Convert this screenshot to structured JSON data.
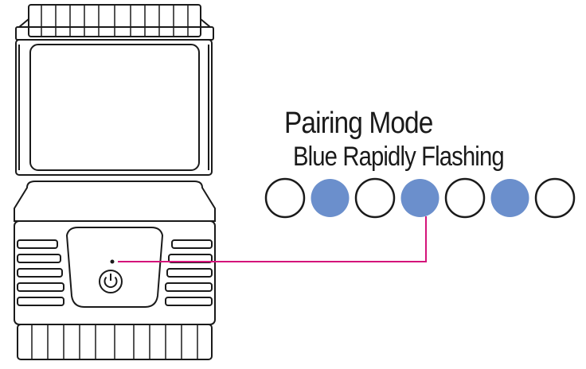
{
  "heading": "Pairing Mode",
  "subheading": "Blue Rapidly Flashing",
  "indicator_sequence": [
    "off",
    "blue",
    "off",
    "blue",
    "off",
    "blue",
    "off"
  ],
  "colors": {
    "blue": "#6b8fcc",
    "off": "#ffffff",
    "leader_line": "#d4147a",
    "outline": "#1a1a1a"
  },
  "icons": [
    "lantern-illustration",
    "power-button-icon",
    "led-indicator-icon"
  ]
}
